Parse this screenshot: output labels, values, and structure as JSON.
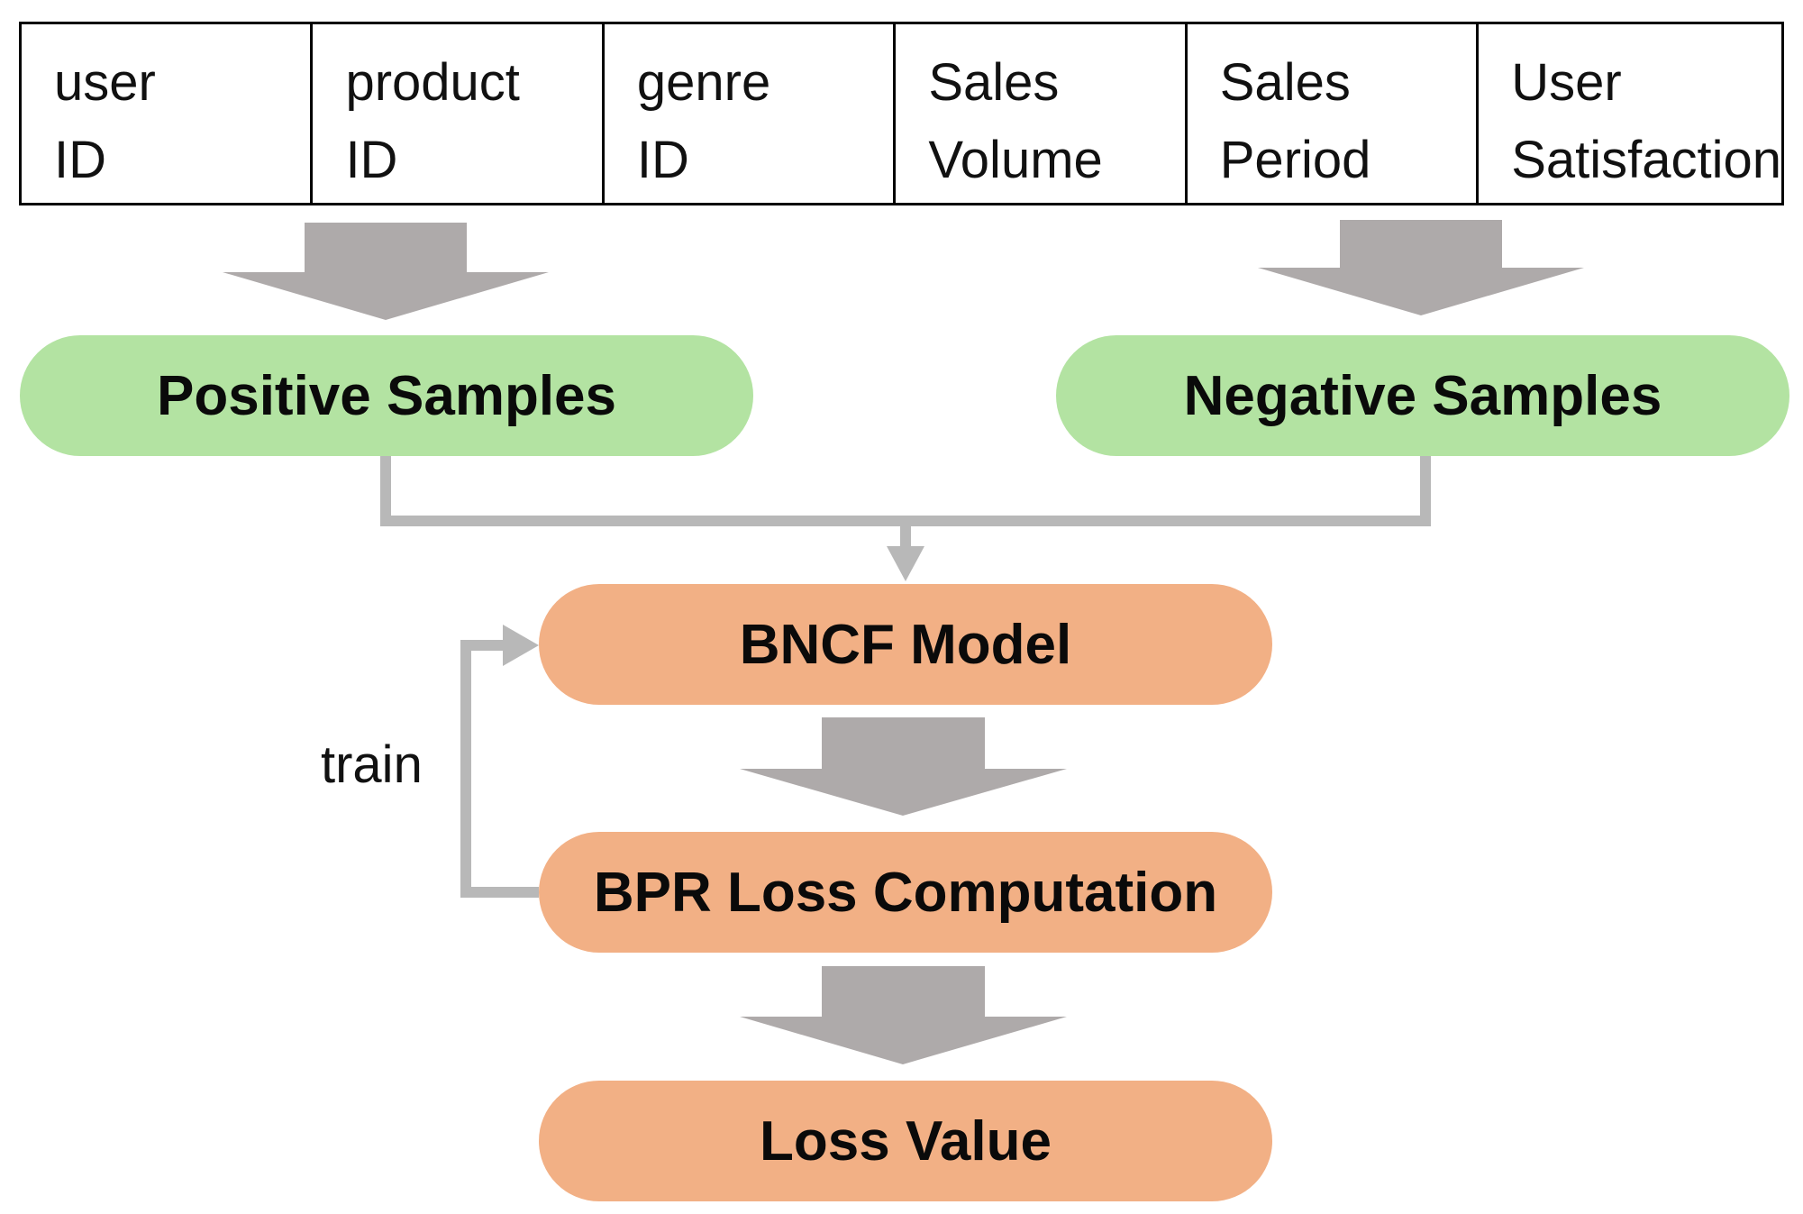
{
  "fields": [
    {
      "line1": "user",
      "line2": "ID"
    },
    {
      "line1": "product",
      "line2": "ID"
    },
    {
      "line1": "genre",
      "line2": "ID"
    },
    {
      "line1": "Sales",
      "line2": "Volume"
    },
    {
      "line1": "Sales",
      "line2": "Period"
    },
    {
      "line1": "User",
      "line2": "Satisfaction"
    }
  ],
  "nodes": {
    "positive": "Positive Samples",
    "negative": "Negative Samples",
    "model": "BNCF Model",
    "loss_computation": "BPR Loss Computation",
    "loss_value": "Loss Value"
  },
  "edges": {
    "train_label": "train"
  },
  "colors": {
    "sample_fill": "#b3e3a2",
    "process_fill": "#f2b085",
    "arrow_fill": "#aeaaaa",
    "connector": "#b8b8b8"
  }
}
